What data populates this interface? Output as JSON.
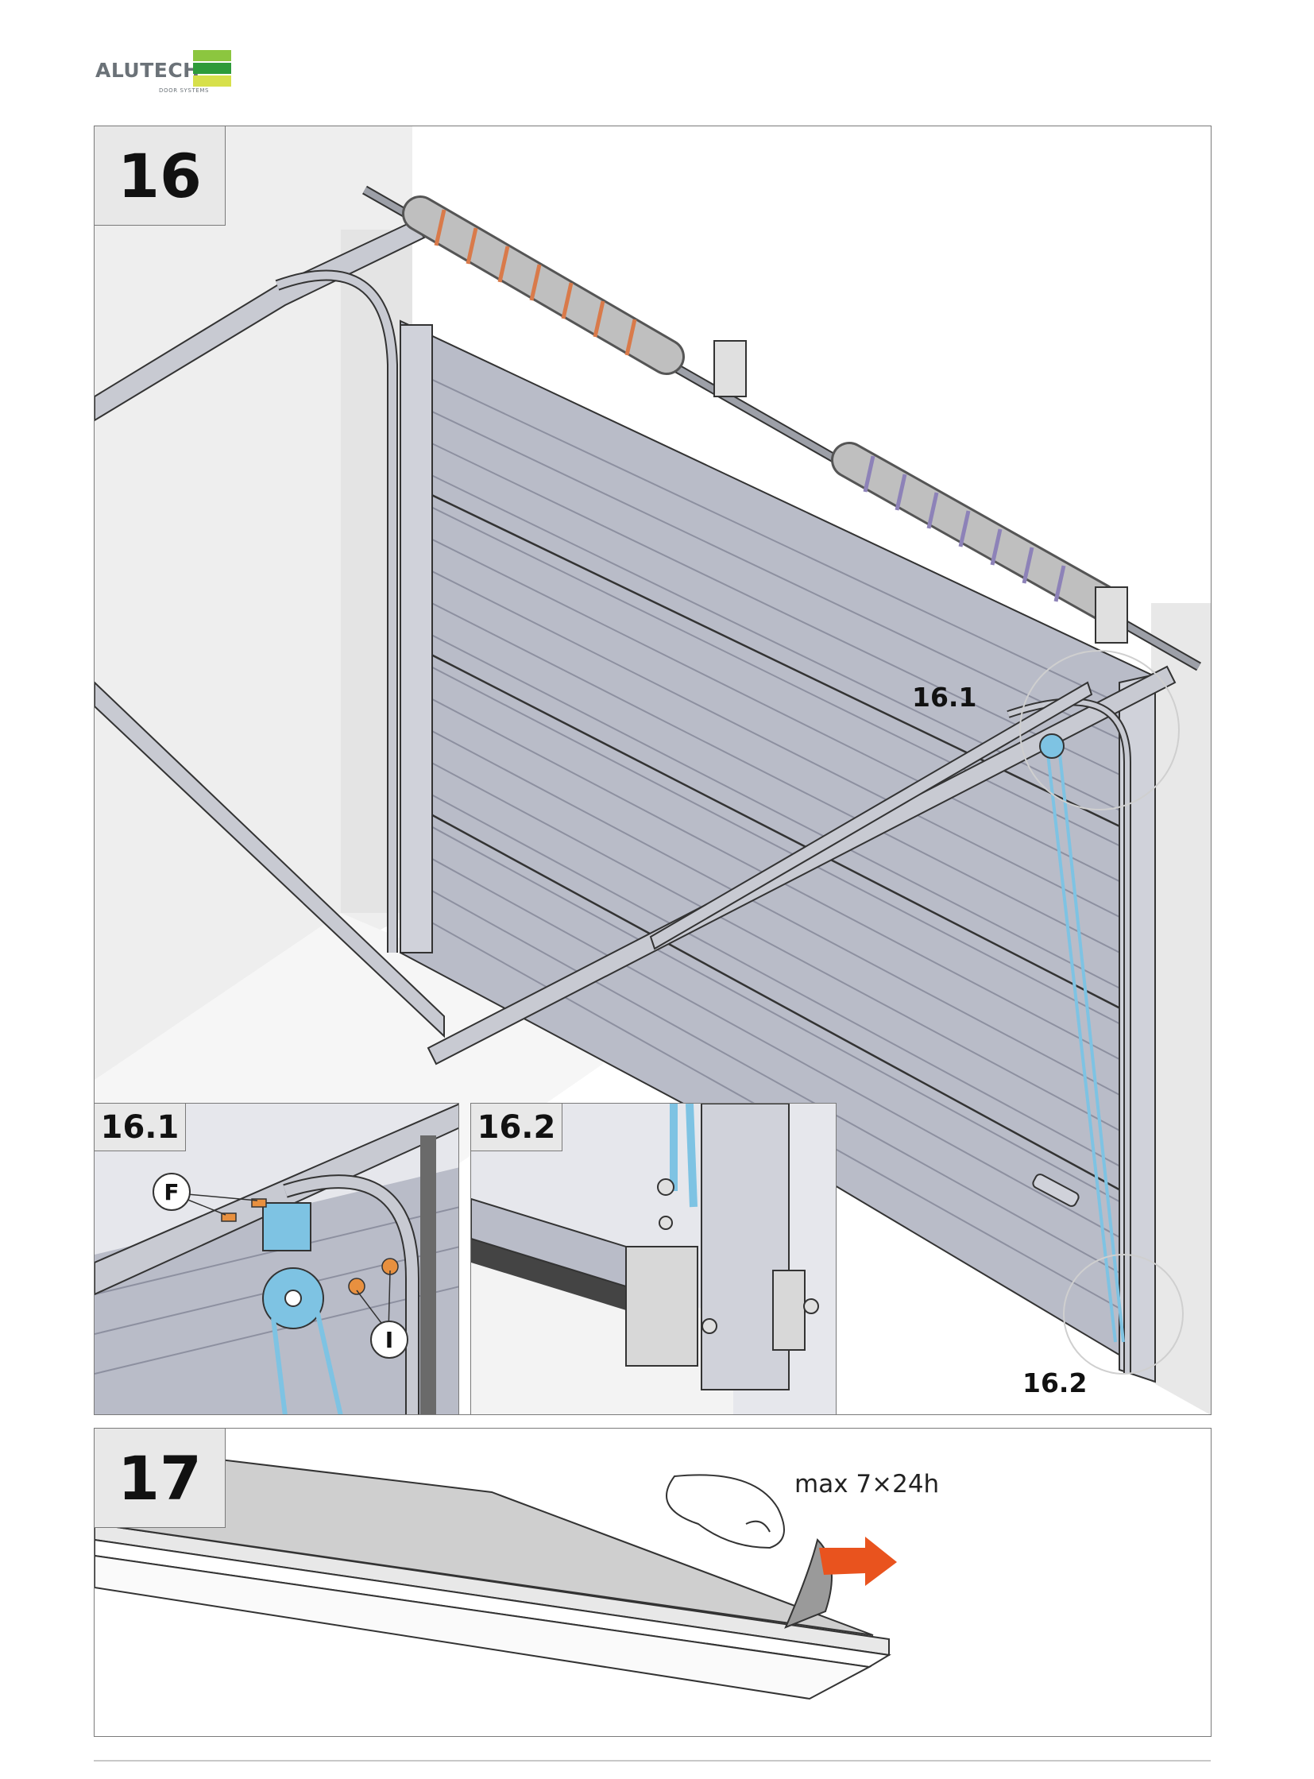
{
  "brand": {
    "name": "ALUTECH",
    "tagline": "DOOR SYSTEMS",
    "colors": [
      "#8cc63f",
      "#2e9b3a",
      "#d7e04b"
    ]
  },
  "steps": {
    "s16": {
      "number": "16"
    },
    "s16_1": {
      "number": "16.1"
    },
    "s16_2": {
      "number": "16.2"
    },
    "s17": {
      "number": "17"
    }
  },
  "callouts": {
    "c16_1": "16.1",
    "c16_2": "16.2"
  },
  "labels": {
    "F": "F",
    "I": "I"
  },
  "instructions": {
    "max_time": "max 7×24h"
  },
  "colors": {
    "panel_gray": "#b9bcc8",
    "spring_orange": "#d97a4a",
    "spring_purple": "#8d82b8",
    "cable_blue": "#7ec3e3",
    "arrow_orange": "#e9531e"
  }
}
